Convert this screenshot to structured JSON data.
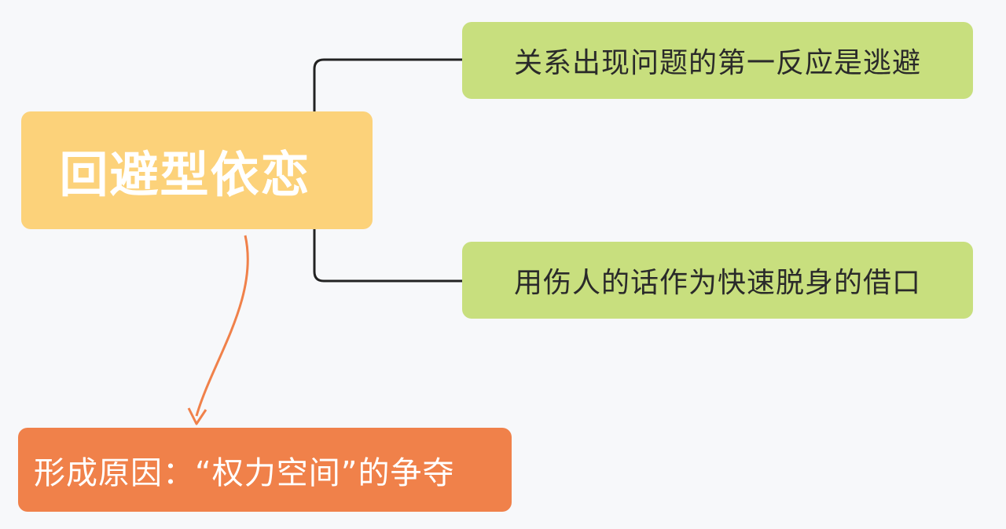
{
  "root": {
    "label": "回避型依恋"
  },
  "branches": [
    {
      "label": "关系出现问题的第一反应是逃避"
    },
    {
      "label": "用伤人的话作为快速脱身的借口"
    }
  ],
  "cause": {
    "label": "形成原因：“权力空间”的争夺"
  },
  "colors": {
    "background": "#f7f8fa",
    "root_fill": "#fcd27a",
    "branch_fill": "#c8df7e",
    "cause_fill": "#f0814a",
    "branch_connector": "#222222",
    "cause_arrow": "#f0814a"
  }
}
